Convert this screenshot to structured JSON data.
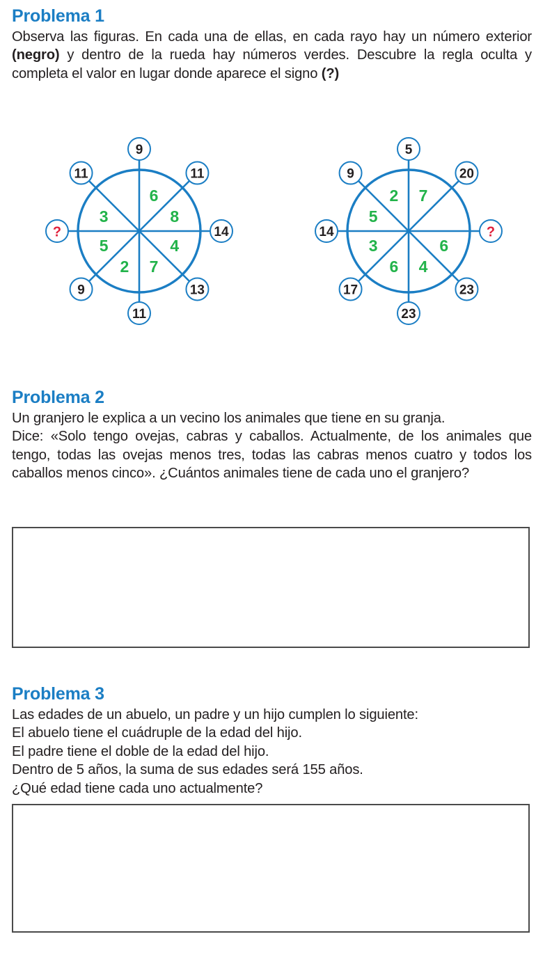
{
  "problems": [
    {
      "title": "Problema 1",
      "statement_parts": [
        {
          "text": "Observa las figuras. En cada una de ellas, en cada rayo hay un número exterior ",
          "bold": false
        },
        {
          "text": "(negro)",
          "bold": true
        },
        {
          "text": " y dentro de la rueda hay números verdes. Descubre la regla oculta y completa el valor en lugar donde aparece el signo ",
          "bold": false
        },
        {
          "text": "(?)",
          "bold": true
        }
      ],
      "statement_plain": "Observa las figuras. En cada una de ellas, en cada rayo hay un número exterior (negro) y dentro de la rueda hay números verdes. Descubre la regla oculta y completa el valor en lugar donde aparece el signo (?)"
    },
    {
      "title": "Problema 2",
      "lines": [
        "Un granjero le explica a un vecino los animales que tiene en su granja.",
        "Dice: «Solo tengo ovejas, cabras y caballos. Actualmente, de los animales que tengo, todas las ovejas menos tres, todas las cabras menos cuatro y todos los caballos menos cinco». ¿Cuántos animales tiene de cada uno el granjero?"
      ],
      "answer_box": {
        "value": "",
        "placeholder": ""
      }
    },
    {
      "title": "Problema 3",
      "lines": [
        "Las edades de un abuelo, un padre y un hijo cumplen lo siguiente:",
        "El abuelo tiene el cuádruple de la edad del hijo.",
        "El padre tiene el doble de la edad del hijo.",
        "Dentro de 5 años, la suma de sus edades será 155 años.",
        "¿Qué edad tiene cada uno actualmente?"
      ],
      "answer_box": {
        "value": "",
        "placeholder": ""
      }
    }
  ],
  "colors": {
    "heading_blue": "#1b7ec4",
    "wheel_blue": "#1b7ec4",
    "inner_green": "#22b34a",
    "question_red": "#e0213c",
    "outer_number": "#231f20",
    "box_border": "#4a4a4a"
  },
  "chart_data": {
    "type": "diagram",
    "title": "Ruedas numéricas",
    "description": "Dos ruedas con 8 rayos. Cada rayo termina en un círculo con un número exterior negro; entre rayos consecutivos hay un número verde dentro de la rueda.",
    "wheels": [
      {
        "name": "wheel-1",
        "center": [
          200,
          332
        ],
        "radius": 88,
        "outer": [
          {
            "position": "top",
            "angle_deg": 0,
            "value": "9",
            "color": "black"
          },
          {
            "position": "top-right",
            "angle_deg": 45,
            "value": "11",
            "color": "black"
          },
          {
            "position": "right",
            "angle_deg": 90,
            "value": "14",
            "color": "black"
          },
          {
            "position": "bottom-right",
            "angle_deg": 135,
            "value": "13",
            "color": "black"
          },
          {
            "position": "bottom",
            "angle_deg": 180,
            "value": "11",
            "color": "black"
          },
          {
            "position": "bottom-left",
            "angle_deg": 225,
            "value": "9",
            "color": "black"
          },
          {
            "position": "left",
            "angle_deg": 270,
            "value": "?",
            "color": "red"
          },
          {
            "position": "top-left",
            "angle_deg": 315,
            "value": "11",
            "color": "black"
          }
        ],
        "inner": [
          {
            "between": "top / top-right",
            "angle_deg": 22.5,
            "value": "6"
          },
          {
            "between": "top-right / right",
            "angle_deg": 67.5,
            "value": "8"
          },
          {
            "between": "right / bottom-right",
            "angle_deg": 112.5,
            "value": "4"
          },
          {
            "between": "bottom-right / bottom",
            "angle_deg": 157.5,
            "value": "7"
          },
          {
            "between": "bottom / bottom-left",
            "angle_deg": 202.5,
            "value": "2"
          },
          {
            "between": "bottom-left / left",
            "angle_deg": 247.5,
            "value": "5"
          },
          {
            "between": "left / top-left",
            "angle_deg": 292.5,
            "value": "3"
          },
          {
            "between": "top-left / top",
            "angle_deg": 337.5,
            "value": ""
          }
        ]
      },
      {
        "name": "wheel-2",
        "center": [
          587,
          332
        ],
        "radius": 88,
        "outer": [
          {
            "position": "top",
            "angle_deg": 0,
            "value": "5",
            "color": "black"
          },
          {
            "position": "top-right",
            "angle_deg": 45,
            "value": "20",
            "color": "black"
          },
          {
            "position": "right",
            "angle_deg": 90,
            "value": "?",
            "color": "red"
          },
          {
            "position": "bottom-right",
            "angle_deg": 135,
            "value": "23",
            "color": "black"
          },
          {
            "position": "bottom",
            "angle_deg": 180,
            "value": "23",
            "color": "black"
          },
          {
            "position": "bottom-left",
            "angle_deg": 225,
            "value": "17",
            "color": "black"
          },
          {
            "position": "left",
            "angle_deg": 270,
            "value": "14",
            "color": "black"
          },
          {
            "position": "top-left",
            "angle_deg": 315,
            "value": "9",
            "color": "black"
          }
        ],
        "inner": [
          {
            "between": "top / top-right",
            "angle_deg": 22.5,
            "value": "7"
          },
          {
            "between": "top-right / right",
            "angle_deg": 67.5,
            "value": ""
          },
          {
            "between": "right / bottom-right",
            "angle_deg": 112.5,
            "value": "6"
          },
          {
            "between": "bottom-right / bottom",
            "angle_deg": 157.5,
            "value": "4"
          },
          {
            "between": "bottom / bottom-left",
            "angle_deg": 202.5,
            "value": "6"
          },
          {
            "between": "bottom-left / left",
            "angle_deg": 247.5,
            "value": "3"
          },
          {
            "between": "left / top-left",
            "angle_deg": 292.5,
            "value": "5"
          },
          {
            "between": "top-left / top",
            "angle_deg": 337.5,
            "value": "2"
          }
        ]
      }
    ]
  }
}
